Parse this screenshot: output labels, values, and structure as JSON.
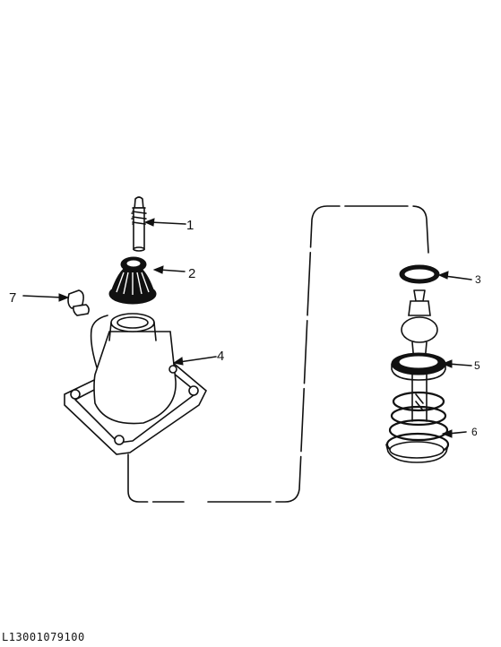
{
  "callouts": {
    "c1": "1",
    "c2": "2",
    "c3": "3",
    "c4": "4",
    "c5": "5",
    "c6": "6",
    "c7": "7"
  },
  "reference_code": "L13001079100"
}
